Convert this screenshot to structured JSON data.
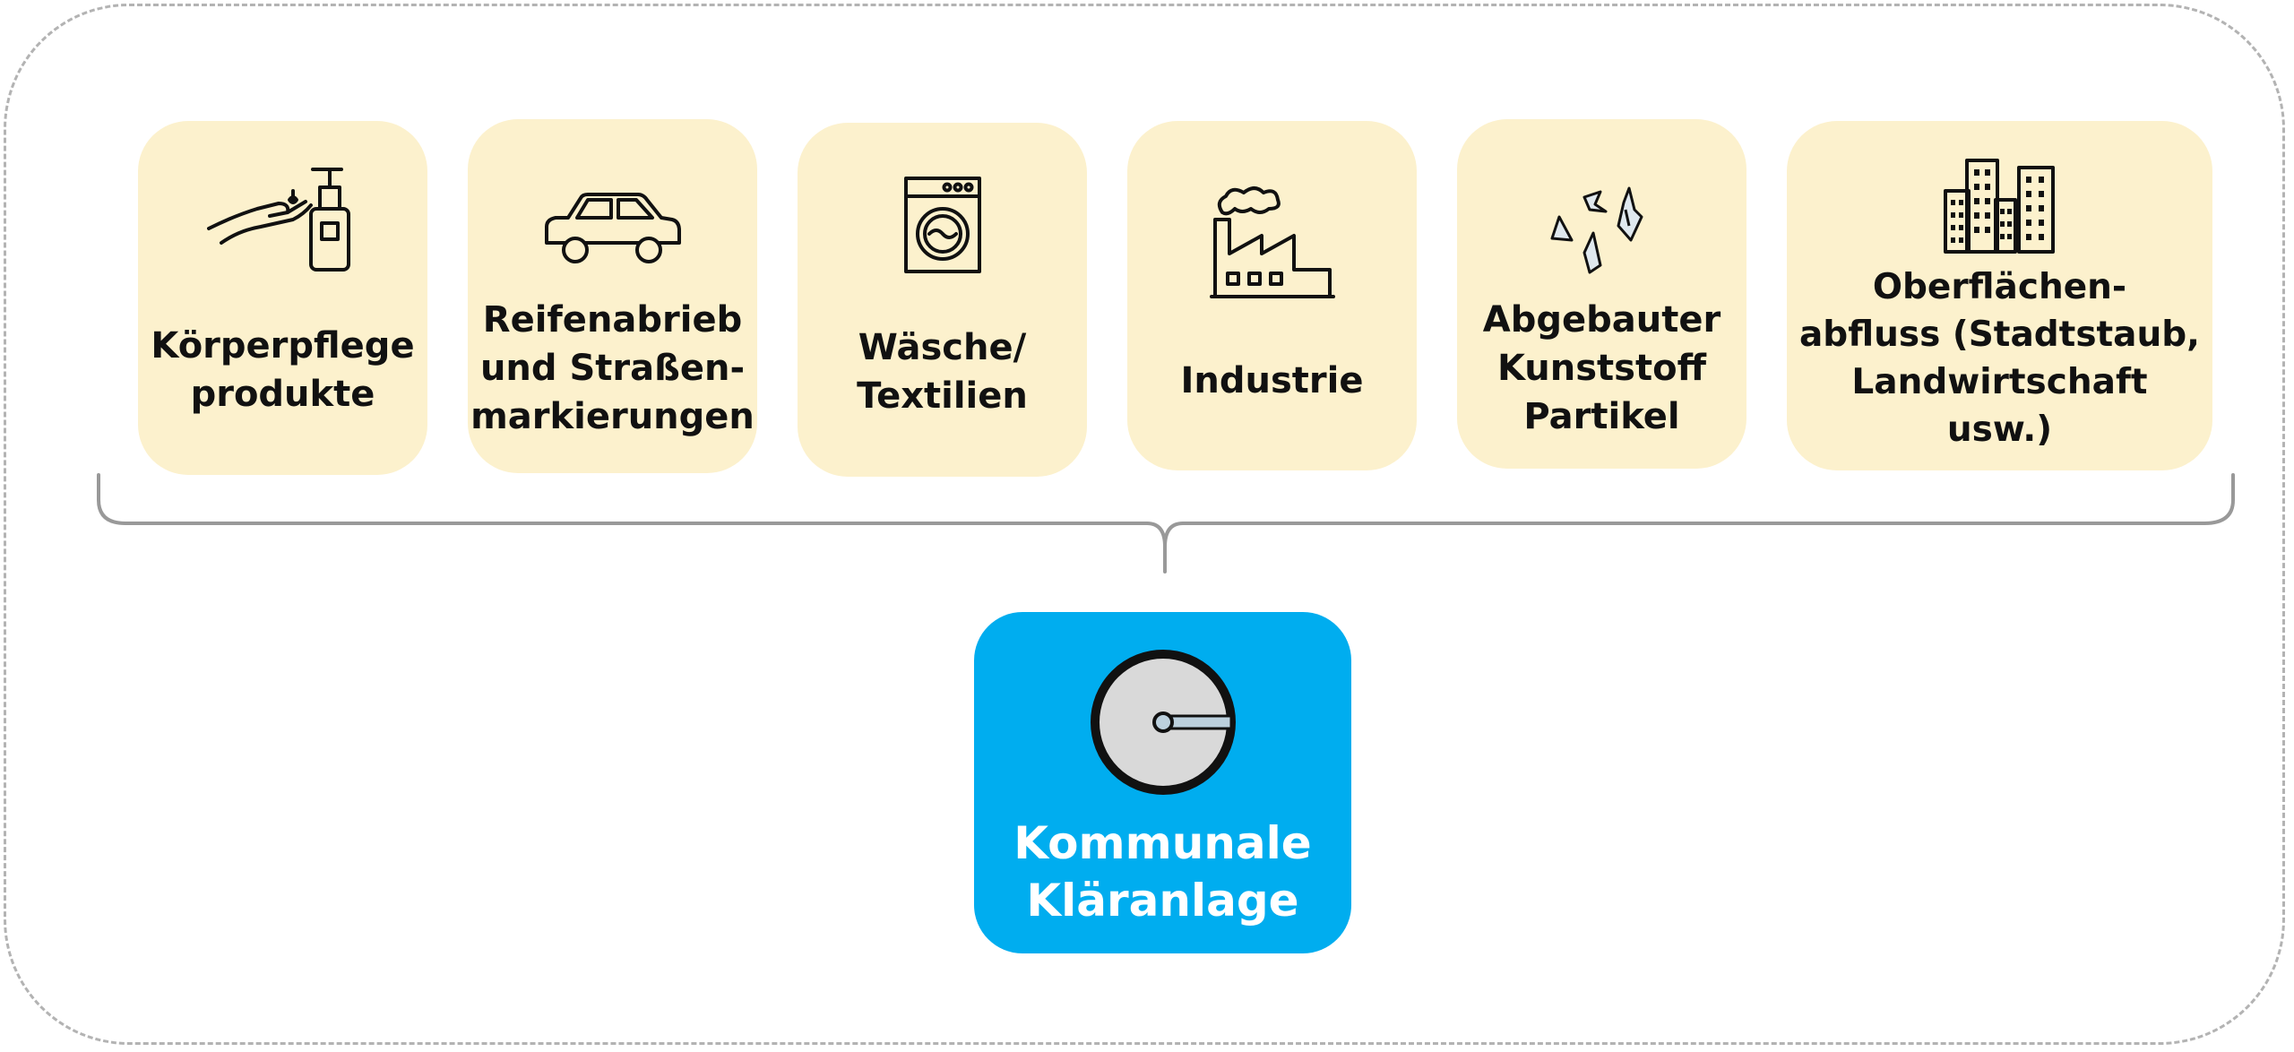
{
  "sources": [
    {
      "id": "koerperpflege",
      "label": "Körperpflege\nprodukte",
      "icon": "hand-soap-dispenser-icon"
    },
    {
      "id": "reifenabrieb",
      "label": "Reifenabrieb\nund Straßen-\nmarkierungen",
      "icon": "car-icon"
    },
    {
      "id": "waesche",
      "label": "Wäsche/\nTextilien",
      "icon": "washing-machine-icon"
    },
    {
      "id": "industrie",
      "label": "Industrie",
      "icon": "factory-icon"
    },
    {
      "id": "kunststoff",
      "label": "Abgebauter\nKunststoff\nPartikel",
      "icon": "plastic-fragments-icon"
    },
    {
      "id": "oberflaechen",
      "label": "Oberflächen-\nabfluss (Stadtstaub,\nLandwirtschaft\nusw.)",
      "icon": "city-buildings-icon"
    }
  ],
  "target": {
    "label": "Kommunale\nKläranlage",
    "icon": "clarifier-tank-icon"
  },
  "colors": {
    "source_card": "#fcf1cd",
    "target_card": "#00adef",
    "frame_dash": "#b3b3b3",
    "bracket": "#999999"
  }
}
